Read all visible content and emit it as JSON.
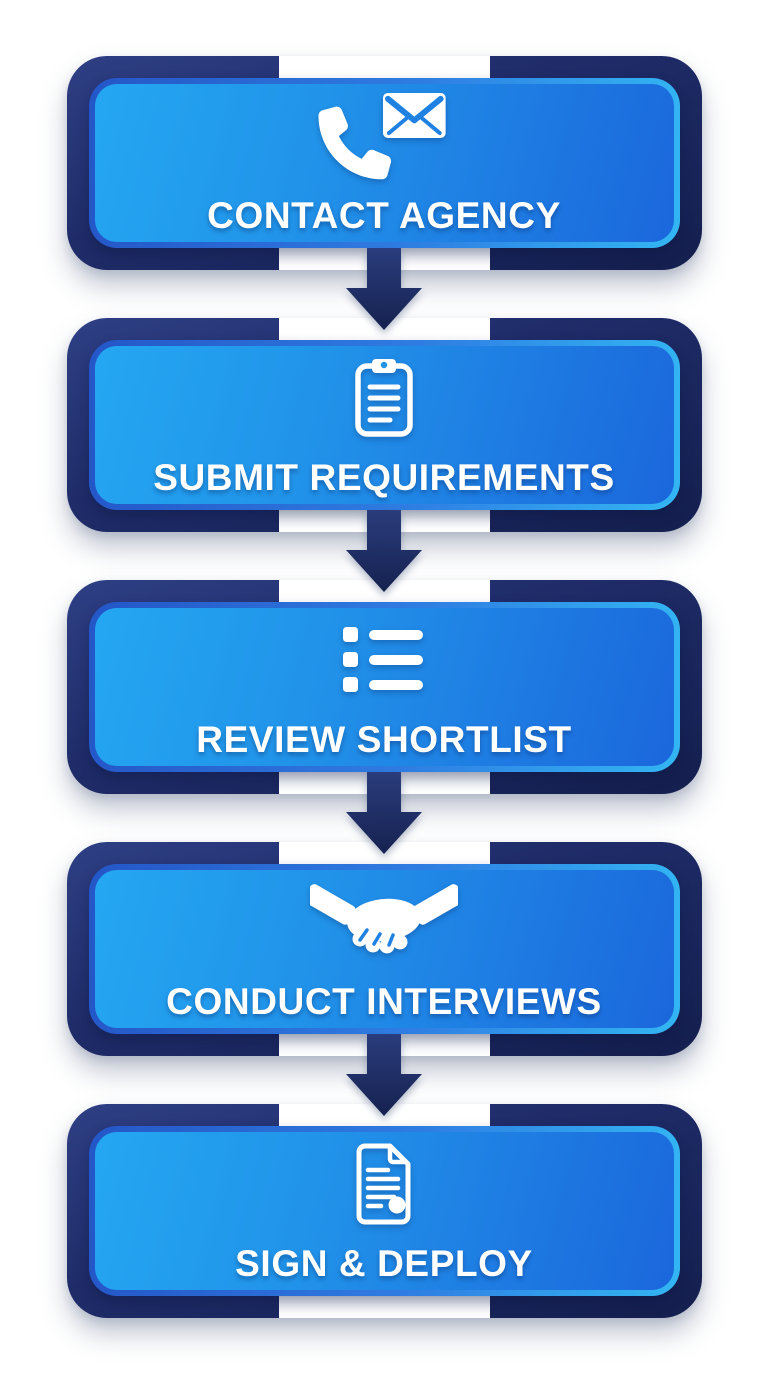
{
  "flow": {
    "steps": [
      {
        "id": "contact-agency",
        "label": "CONTACT AGENCY",
        "icon": "phone-envelope-icon"
      },
      {
        "id": "submit-requirements",
        "label": "SUBMIT REQUIREMENTS",
        "icon": "clipboard-icon"
      },
      {
        "id": "review-shortlist",
        "label": "REVIEW SHORTLIST",
        "icon": "list-icon"
      },
      {
        "id": "conduct-interviews",
        "label": "CONDUCT INTERVIEWS",
        "icon": "handshake-icon"
      },
      {
        "id": "sign-deploy",
        "label": "SIGN & DEPLOY",
        "icon": "document-seal-icon"
      }
    ],
    "connector": "down-arrow",
    "connector_count": 4
  },
  "colors": {
    "background": "#ffffff",
    "frame_navy": "#1e2a63",
    "arrow_navy": "#1e2f68",
    "panel_blue_left": "#24a7f2",
    "panel_blue_right": "#1b67dc",
    "panel_ring_left": "#2456c7",
    "panel_ring_right": "#33b6f3",
    "icon_white": "#ffffff",
    "icon_detail_blue": "#1f82e2",
    "label_white": "#ffffff"
  }
}
